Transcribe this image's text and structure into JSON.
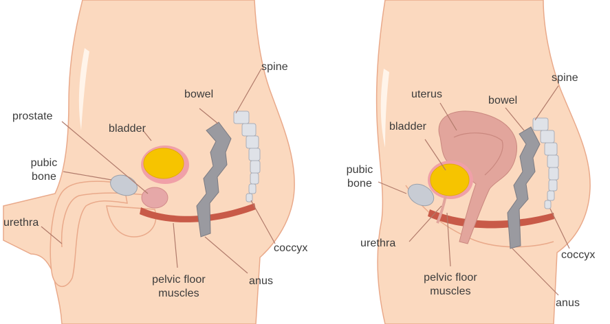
{
  "diagrams": [
    {
      "labels": {
        "spine": "spine",
        "bowel": "bowel",
        "prostate": "prostate",
        "bladder": "bladder",
        "pubic_bone": "pubic\nbone",
        "urethra": "urethra",
        "pelvic_floor": "pelvic floor\nmuscles",
        "coccyx": "coccyx",
        "anus": "anus"
      }
    },
    {
      "labels": {
        "spine": "spine",
        "uterus": "uterus",
        "bowel": "bowel",
        "bladder": "bladder",
        "pubic_bone": "pubic\nbone",
        "urethra": "urethra",
        "pelvic_floor": "pelvic floor\nmuscles",
        "coccyx": "coccyx",
        "anus": "anus"
      }
    }
  ],
  "colors": {
    "skin": "#fbd9bf",
    "skin_outline": "#e9a98a",
    "bladder_fill": "#f6c400",
    "bladder_ring": "#f0a0a8",
    "bowel": "#9a9aa0",
    "bone": "#c8ccd4",
    "spine": "#dfe2e8",
    "muscle": "#c85a48",
    "uterus": "#e2a59c",
    "prostate": "#e6a8a8",
    "leader": "#b07a6a"
  }
}
